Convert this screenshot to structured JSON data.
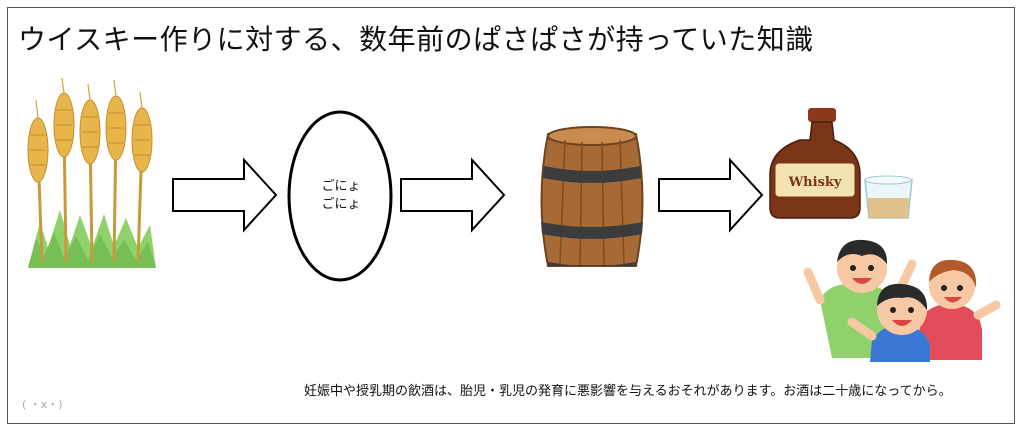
{
  "title": "ウイスキー作りに対する、数年前のぱさぱさが持っていた知識",
  "oval": {
    "line1": "ごにょ",
    "line2": "ごにょ"
  },
  "bottle_label": "Whisky",
  "disclaimer": "妊娠中や授乳期の飲酒は、胎児・乳児の発育に悪影響を与えるおそれがあります。お酒は二十歳になってから。",
  "signature_face": "( ・x・)",
  "colors": {
    "wheat": "#e8b54a",
    "grass": "#8fd16a",
    "barrel": "#a86a35",
    "bottle": "#7a3418",
    "label": "#f2e3b0"
  }
}
